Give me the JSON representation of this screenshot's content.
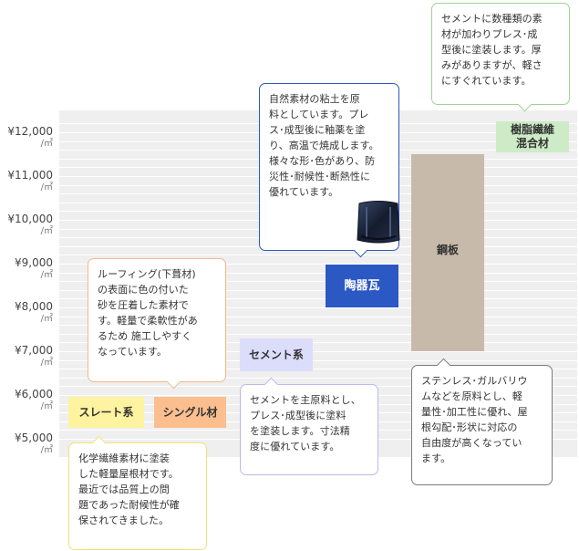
{
  "chart_data": {
    "type": "bar",
    "title": "",
    "xlabel": "",
    "ylabel": "",
    "ylim": [
      4800,
      12500
    ],
    "y_ticks": [
      {
        "value": 5000,
        "price": "¥5,000",
        "unit": "/㎡"
      },
      {
        "value": 6000,
        "price": "¥6,000",
        "unit": "/㎡"
      },
      {
        "value": 7000,
        "price": "¥7,000",
        "unit": "/㎡"
      },
      {
        "value": 8000,
        "price": "¥8,000",
        "unit": "/㎡"
      },
      {
        "value": 9000,
        "price": "¥9,000",
        "unit": "/㎡"
      },
      {
        "value": 10000,
        "price": "¥10,000",
        "unit": "/㎡"
      },
      {
        "value": 11000,
        "price": "¥11,000",
        "unit": "/㎡"
      },
      {
        "value": 12000,
        "price": "¥12,000",
        "unit": "/㎡"
      }
    ],
    "grid": true,
    "series": [
      {
        "key": "slate",
        "category": "スレート系",
        "low": 5250,
        "high": 5950,
        "color": "#fdf3a0",
        "text_color": "#333333",
        "description": "化学繊維素材に塗装\nした軽量屋根材です。\n最近では品質上の問\n題であった耐候性が確\n保されてきました。",
        "border": "#f0e07a"
      },
      {
        "key": "shingle",
        "category": "シングル材",
        "low": 5250,
        "high": 5950,
        "color": "#fbbf8f",
        "text_color": "#333333",
        "description": "ルーフィング(下葺材)\nの表面に色の付いた\n砂を圧着した素材で\nす。軽量で柔軟性があ\nるため 施工しやすく\nなっています。",
        "border": "#f5b78a"
      },
      {
        "key": "cement",
        "category": "セメント系",
        "low": 6550,
        "high": 7300,
        "color": "#dcdcfb",
        "text_color": "#333333",
        "description": "セメントを主原料とし、\nプレス･成型後に塗料\nを塗装します。寸法精\n度に優れています。",
        "border": "#b9b9ee"
      },
      {
        "key": "ceramic",
        "category": "陶器瓦",
        "low": 8000,
        "high": 8980,
        "color": "#2c58c4",
        "text_color": "#ffffff",
        "description": "自然素材の粘土を原\n料としています。プレ\nス･成型後に釉薬を塗\nり、高温で焼成します。\n様々な形･色があり、防\n災性･耐候性･断熱性に\n優れています。",
        "border": "#2c58c4"
      },
      {
        "key": "steel",
        "category": "鋼板",
        "low": 7000,
        "high": 11500,
        "color": "#c8baaa",
        "text_color": "#333333",
        "description": "ステンレス･ガルバリウ\nムなどを原料とし、軽\n量性･加工性に優れ、屋\n根勾配･形状に対応の\n自由度が高くなってい\nます。",
        "border": "#7a7a7a"
      },
      {
        "key": "resin",
        "category": "樹脂繊維\n混合材",
        "low": 11550,
        "high": 12250,
        "color": "#cdebc6",
        "text_color": "#333333",
        "description": "セメントに数種類の素\n材が加わりプレス･成\n型後に塗装します。厚\nみがありますが、軽さ\nにすぐれています。",
        "border": "#9fd394"
      }
    ]
  }
}
